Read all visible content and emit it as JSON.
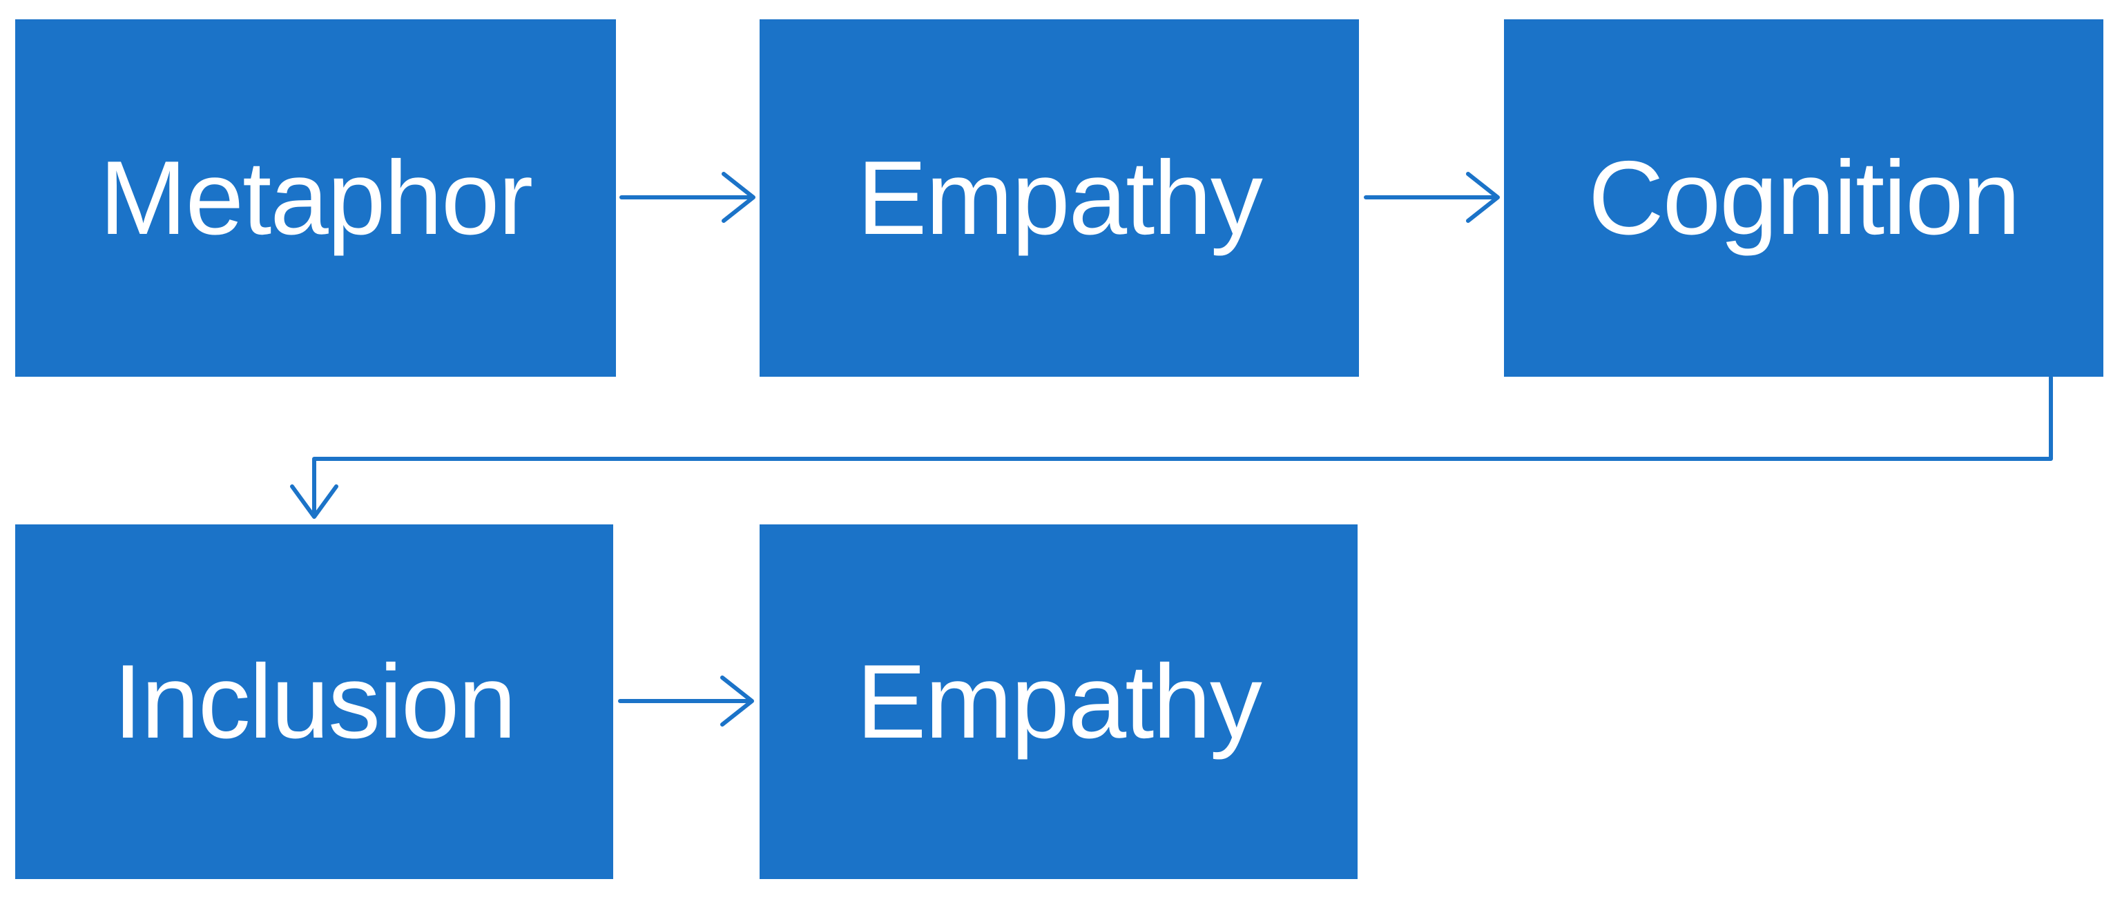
{
  "diagram": {
    "type": "flowchart",
    "colors": {
      "node_fill": "#1B73C8",
      "node_text": "#FFFFFF",
      "connector": "#1B73C8",
      "background": "#FFFFFF"
    },
    "nodes": [
      {
        "id": "metaphor",
        "label": "Metaphor",
        "row": 1,
        "col": 1
      },
      {
        "id": "empathy-1",
        "label": "Empathy",
        "row": 1,
        "col": 2
      },
      {
        "id": "cognition",
        "label": "Cognition",
        "row": 1,
        "col": 3
      },
      {
        "id": "inclusion",
        "label": "Inclusion",
        "row": 2,
        "col": 1
      },
      {
        "id": "empathy-2",
        "label": "Empathy",
        "row": 2,
        "col": 2
      }
    ],
    "edges": [
      {
        "from": "metaphor",
        "to": "empathy-1",
        "style": "straight-open-arrow"
      },
      {
        "from": "empathy-1",
        "to": "cognition",
        "style": "straight-open-arrow"
      },
      {
        "from": "cognition",
        "to": "inclusion",
        "style": "elbow-open-arrow"
      },
      {
        "from": "inclusion",
        "to": "empathy-2",
        "style": "straight-open-arrow"
      }
    ]
  }
}
